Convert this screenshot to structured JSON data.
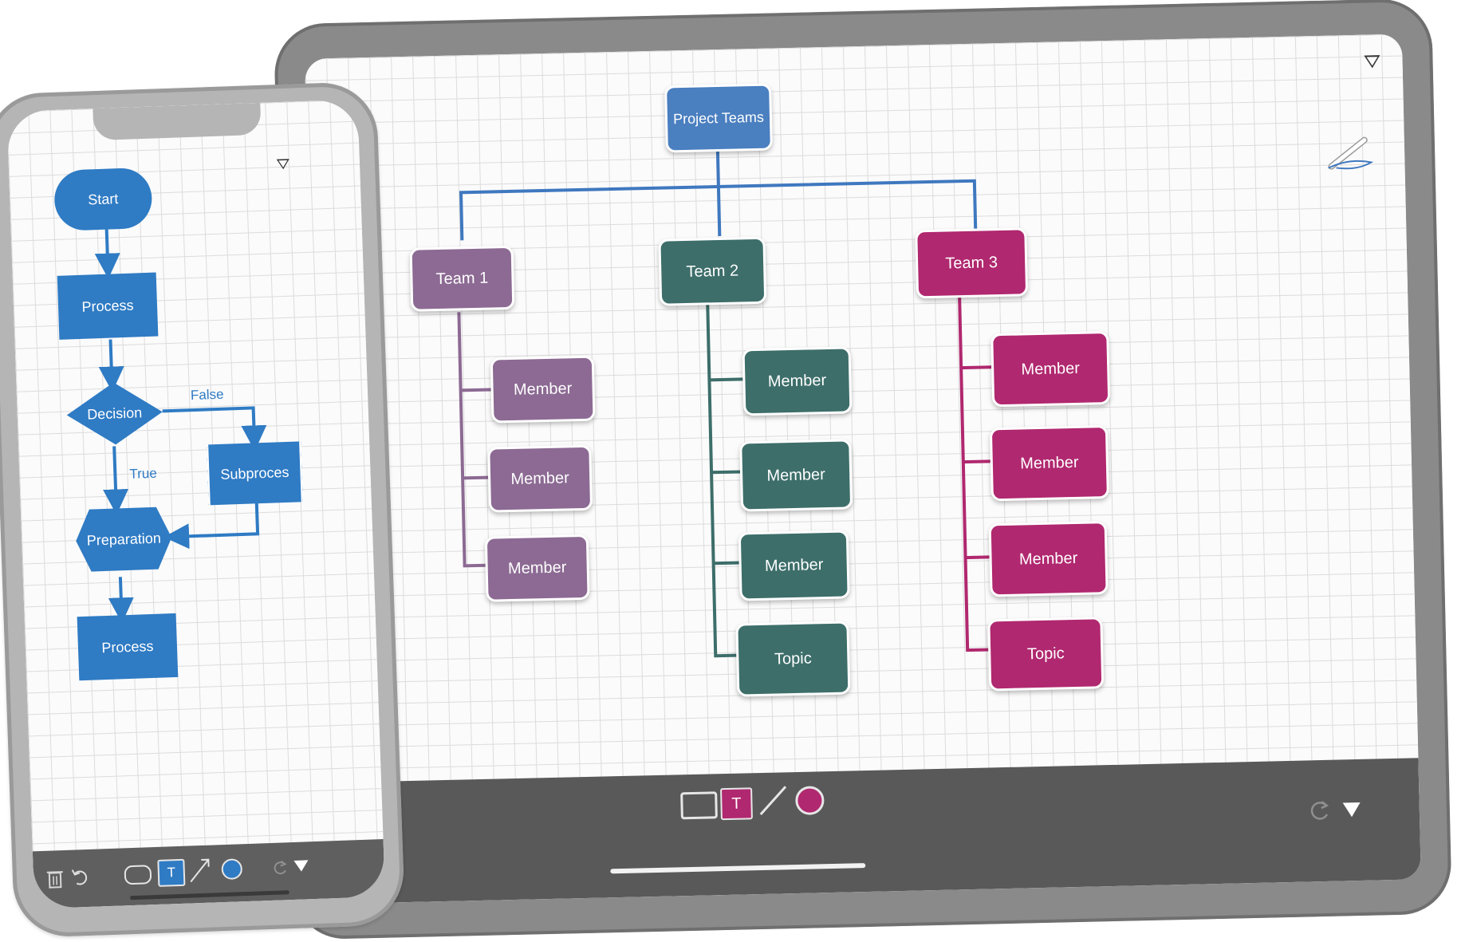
{
  "tablet": {
    "root": "Project Teams",
    "teams": [
      {
        "label": "Team 1",
        "color": "#8c6a93",
        "children": [
          "Member",
          "Member",
          "Member"
        ]
      },
      {
        "label": "Team 2",
        "color": "#3d6e6a",
        "children": [
          "Member",
          "Member",
          "Member",
          "Topic"
        ]
      },
      {
        "label": "Team 3",
        "color": "#b0286f",
        "children": [
          "Member",
          "Member",
          "Member",
          "Topic"
        ]
      }
    ],
    "toolbar": {
      "tools": [
        "shape-tool",
        "text-tool",
        "line-tool",
        "color-tool"
      ],
      "text_tool_label": "T",
      "active_color": "#b0286f",
      "right": [
        "redo-icon",
        "menu-triangle-icon"
      ]
    }
  },
  "phone": {
    "nodes": {
      "start": "Start",
      "process1": "Process",
      "decision": "Decision",
      "subprocess": "Subproces",
      "preparation": "Preparation",
      "process2": "Process"
    },
    "edge_labels": {
      "false": "False",
      "true": "True"
    },
    "toolbar": {
      "left": [
        "trash-icon",
        "undo-icon"
      ],
      "tools": [
        "shape-tool",
        "text-tool",
        "line-tool",
        "color-tool"
      ],
      "text_tool_label": "T",
      "active_color": "#2f7bc4",
      "right": [
        "redo-icon",
        "menu-triangle-icon"
      ]
    }
  },
  "colors": {
    "phone_accent": "#2f7bc4",
    "root_blue": "#4a7fc0"
  }
}
